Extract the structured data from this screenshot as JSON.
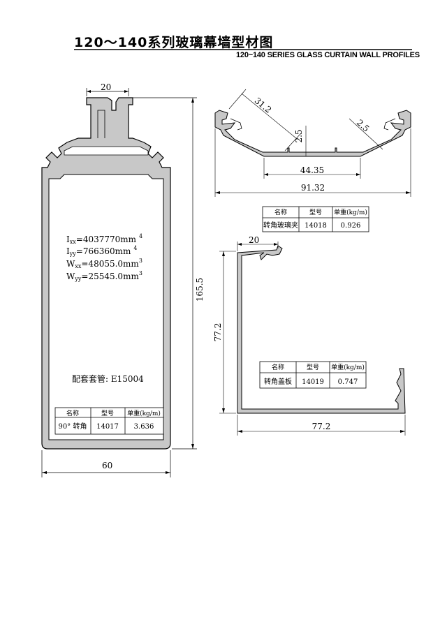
{
  "header": {
    "title_cn": "120～140系列玻璃幕墙型材图",
    "title_en": "120~140 SERIES GLASS CURTAIN WALL PROFILES"
  },
  "profile_14017": {
    "dims": {
      "top_width": "20",
      "bottom_width": "60",
      "height": "165.5"
    },
    "properties": {
      "ixx_prefix": "I",
      "ixx_sub": "xx",
      "ixx_value": "=4037770mm",
      "ixx_exp": "4",
      "iyy_prefix": "I",
      "iyy_sub": "yy",
      "iyy_value": "=766360mm",
      "iyy_exp": "4",
      "wxx_prefix": "W",
      "wxx_sub": "xx",
      "wxx_value": "=48055.0mm",
      "wxx_exp": "3",
      "wyy_prefix": "W",
      "wyy_sub": "yy",
      "wyy_value": "=25545.0mm",
      "wyy_exp": "3"
    },
    "matching_sleeve": "配套套管: E15004",
    "table": {
      "headers": [
        "名称",
        "型号",
        "单重(kg/m)"
      ],
      "row": [
        "90° 转角",
        "14017",
        "3.636"
      ]
    }
  },
  "profile_14018": {
    "dims": {
      "slant": "31.2",
      "lip_height": "2.5",
      "lip_right": "2.5",
      "base": "44.35",
      "overall": "91.32"
    },
    "table": {
      "headers": [
        "名称",
        "型号",
        "单重(kg/m)"
      ],
      "row": [
        "转角玻璃夹",
        "14018",
        "0.926"
      ]
    }
  },
  "profile_14019": {
    "dims": {
      "top_width": "20",
      "height": "77.2",
      "bottom_width": "77.2"
    },
    "table": {
      "headers": [
        "名称",
        "型号",
        "单重(kg/m)"
      ],
      "row": [
        "转角盖板",
        "14019",
        "0.747"
      ]
    }
  }
}
